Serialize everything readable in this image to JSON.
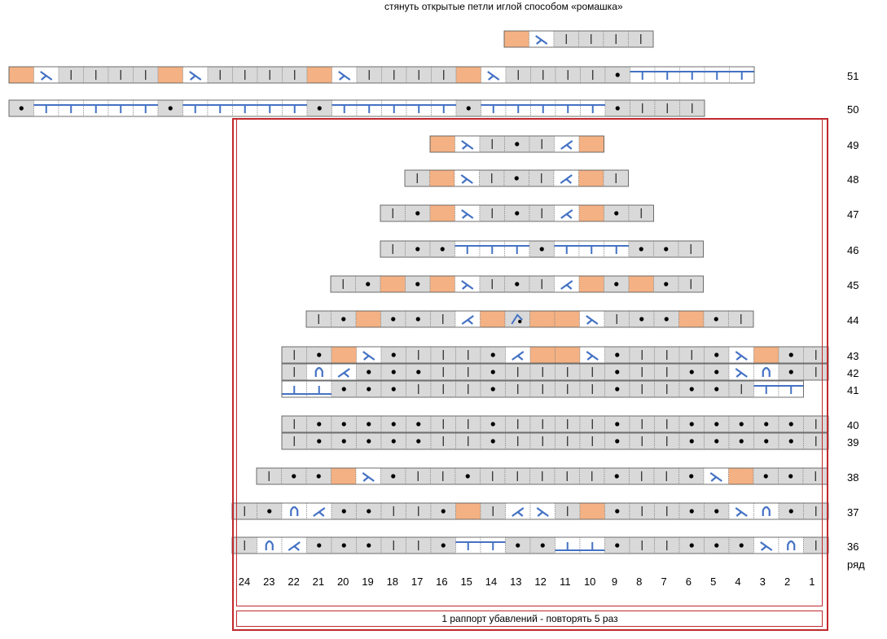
{
  "title": "стянуть открытые петли иглой способом «ромашка»",
  "row_label_word": "ряд",
  "repeat_note": "1 раппорт убавлений - повторять 5 раз",
  "column_numbers": [
    "24",
    "23",
    "22",
    "21",
    "20",
    "19",
    "18",
    "17",
    "16",
    "15",
    "14",
    "13",
    "12",
    "11",
    "10",
    "9",
    "8",
    "7",
    "6",
    "5",
    "4",
    "3",
    "2",
    "1"
  ],
  "colors": {
    "purl_bg": "#d9d9d9",
    "nostitch": "#f4b183",
    "symbol": "#4472c4",
    "frame": "#c0282d"
  },
  "legend_codes": {
    "k": "knit (vertical bar)",
    "p": "purl (dot)",
    "o": "no stitch (orange)",
    "r": "decrease right-leaning",
    "l": "decrease left-leaning",
    "u": "yarn over / arch",
    "cl": "cable to left",
    "cr": "cable to right"
  },
  "rows": [
    {
      "label": "",
      "cells": "o r k k k k"
    },
    {
      "label": "51",
      "cells": "o r k k k k o r k k k k o r k k k k o r k k k k p CL CL CL CL CL"
    },
    {
      "label": "50",
      "cells": "p CL CL CL CL CL p CL CL CL CL CL p CL CL CL CL CL p CL CL CL CL CL p k k k"
    },
    {
      "label": "49",
      "cells": "o r k p k l o"
    },
    {
      "label": "48",
      "cells": "k o r k p k l o k"
    },
    {
      "label": "47",
      "cells": "k p o r k p k l o p k"
    },
    {
      "label": "46",
      "cells": "k p p CL CL CL P W W W p p k"
    },
    {
      "label": "45",
      "cells": "k p o p o r k p k l o p o p k"
    },
    {
      "label": "44",
      "cells": "k p o p p k l o D o o r k p p o p k"
    },
    {
      "label": "43",
      "cells": "k p o r p k k k p l o o r p k k k p r o p k"
    },
    {
      "label": "42",
      "cells": "k u l p p p k k p k k k k p k k p p r u p k"
    },
    {
      "label": "41",
      "cells": "CR CR p p p k k k p k k k k p k k p p k CL CL"
    },
    {
      "label": "40",
      "cells": "k p p p p p k k p k k k k p k k p p p p p k"
    },
    {
      "label": "39",
      "cells": "k p p p p p k k p k k k k p k k p p p p p k"
    },
    {
      "label": "38",
      "cells": "k p p o r p k k p k k k k k p k k p r o p p k"
    },
    {
      "label": "37",
      "cells": "k p u l p p k k p o k l r k o p k k p p r u p k"
    },
    {
      "label": "36",
      "cells": "k u l p p p k k p CL CL P Q CR CR p k k p p p r u k"
    }
  ]
}
